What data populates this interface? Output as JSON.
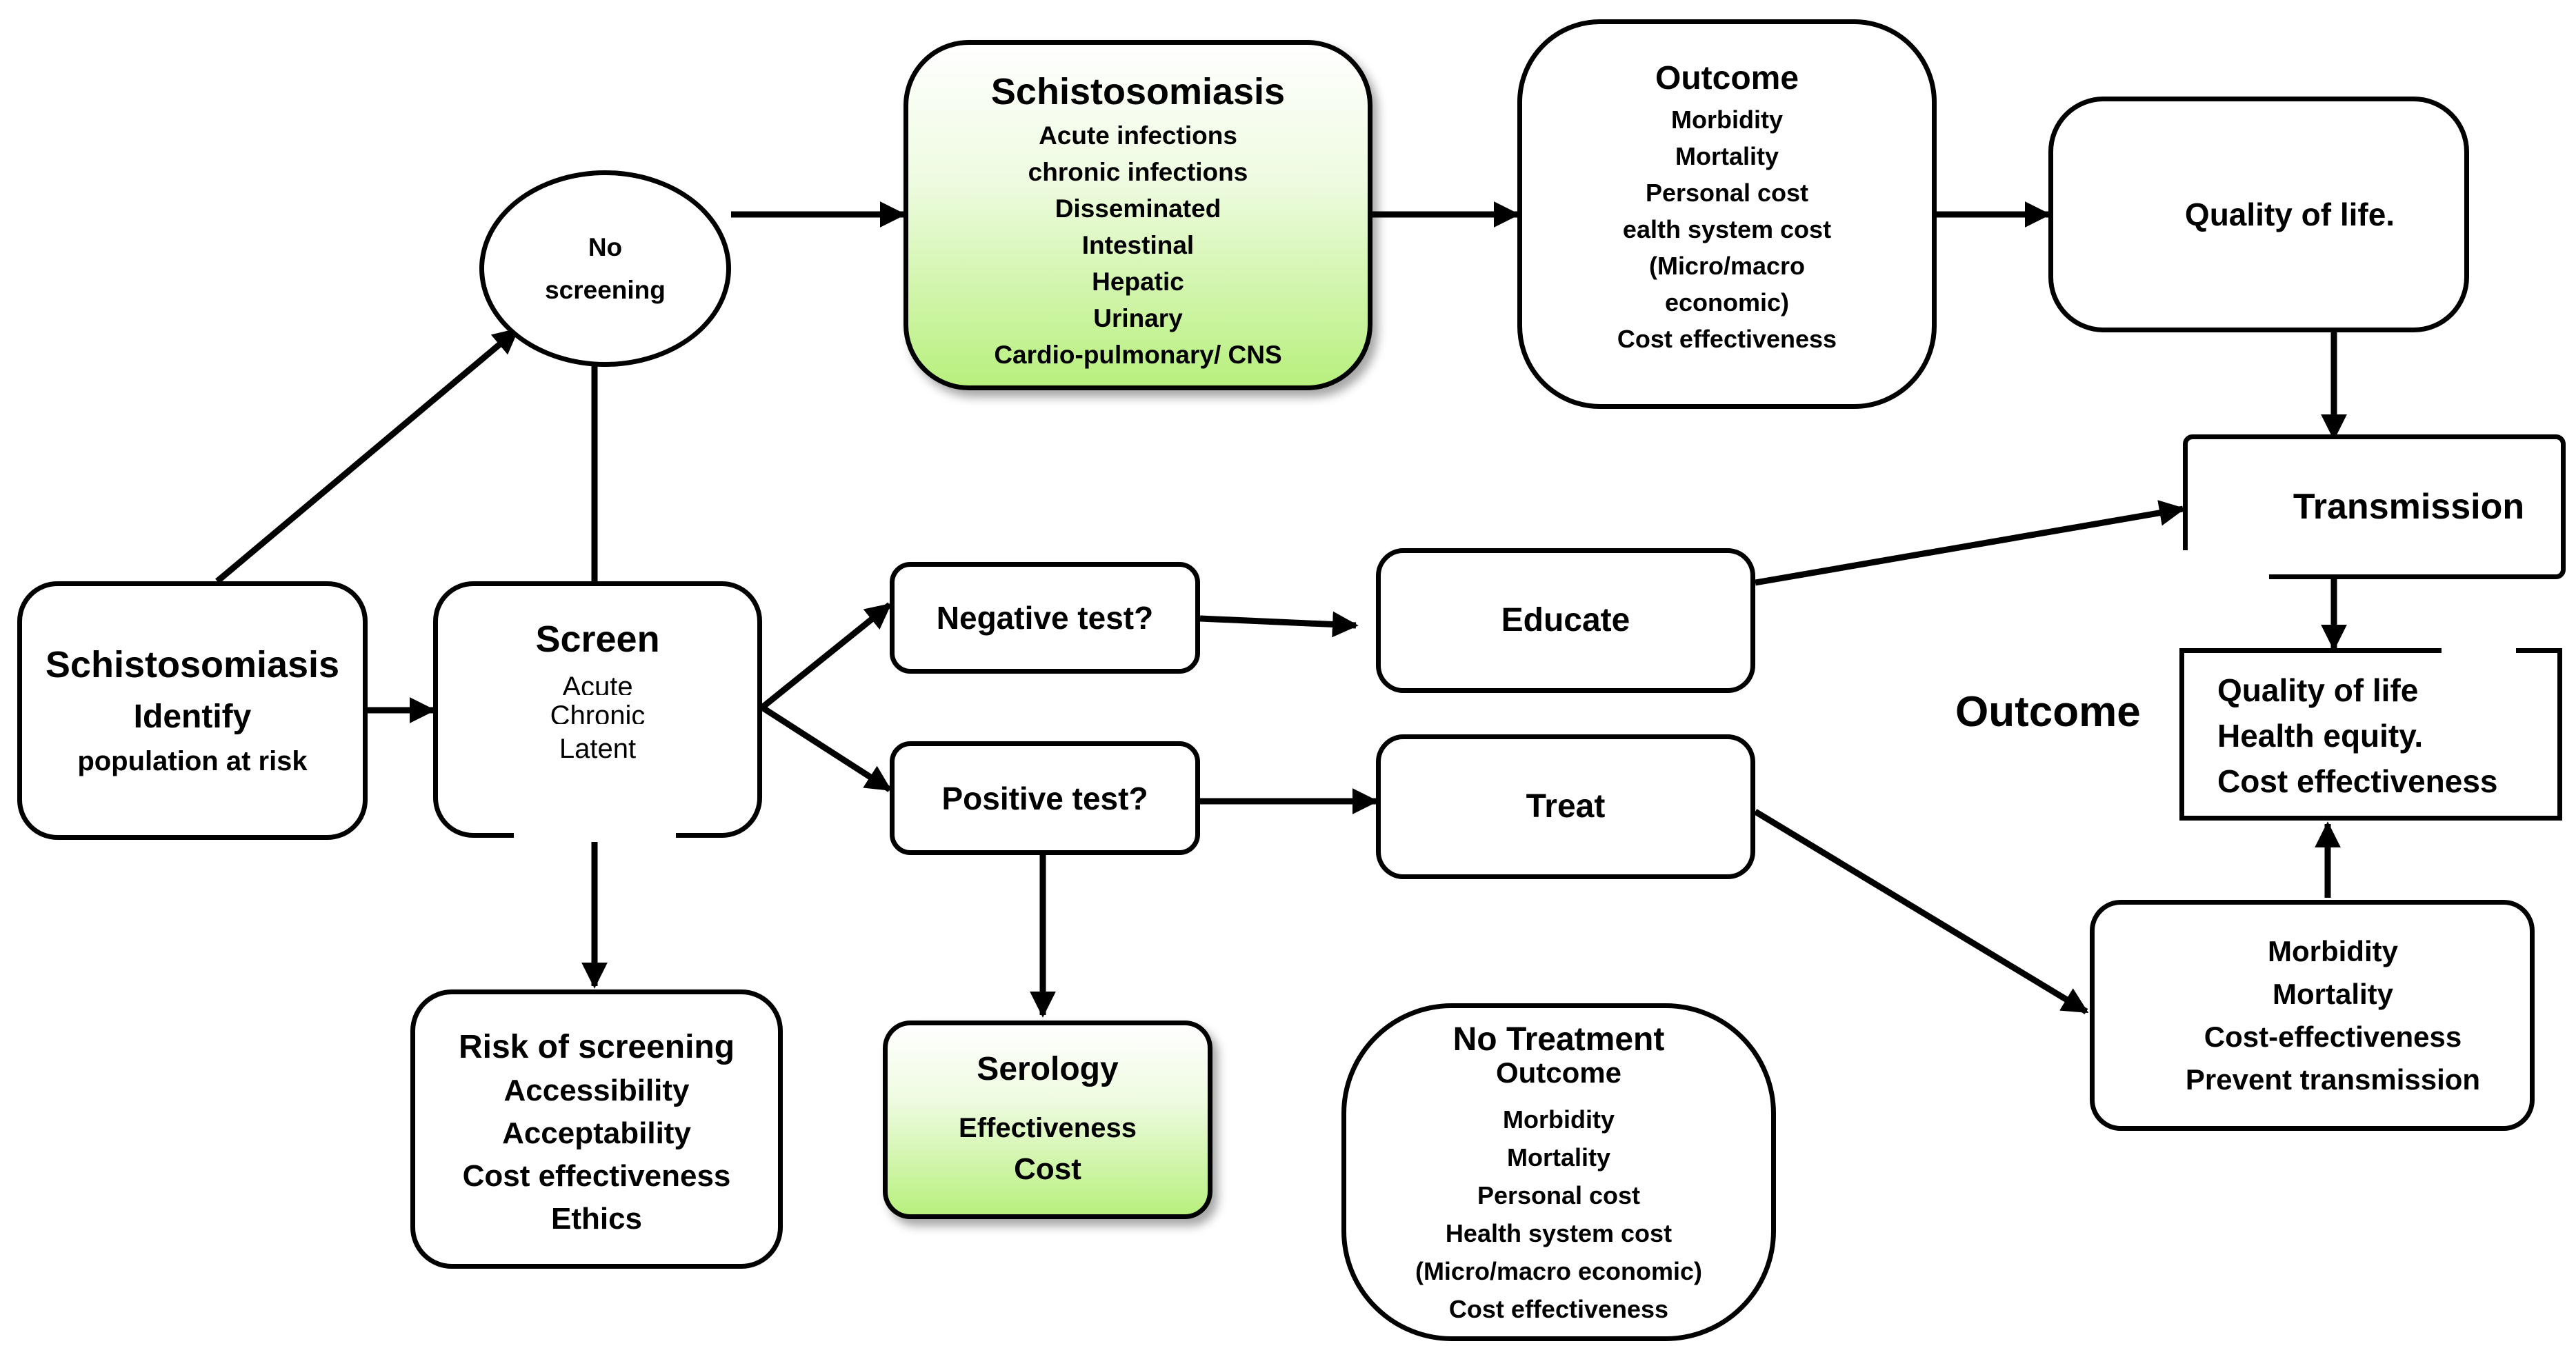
{
  "nodes": {
    "identify": {
      "title": "Schistosomiasis",
      "line2": "Identify",
      "line3": "population at risk"
    },
    "no_screening": {
      "line1": "No",
      "line2": "screening"
    },
    "screen": {
      "title": "Screen",
      "items": [
        "Acute",
        "Chronic",
        "Latent"
      ]
    },
    "schisto_types": {
      "title": "Schistosomiasis",
      "items": [
        "Acute infections",
        "chronic infections",
        "Disseminated",
        "Intestinal",
        "Hepatic",
        "Urinary",
        "Cardio-pulmonary/ CNS"
      ]
    },
    "outcome_top": {
      "title": "Outcome",
      "items": [
        "Morbidity",
        "Mortality",
        "Personal cost",
        "ealth system cost",
        "(Micro/macro",
        "economic)",
        "Cost effectiveness"
      ]
    },
    "quality_of_life_top": {
      "label": "Quality of life."
    },
    "negative_test": {
      "label": "Negative test?"
    },
    "positive_test": {
      "label": "Positive test?"
    },
    "educate": {
      "label": "Educate"
    },
    "treat": {
      "label": "Treat"
    },
    "transmission": {
      "label": "Transmission"
    },
    "outcome_right": {
      "label": "Outcome",
      "items": [
        "Quality of life",
        "Health equity.",
        "Cost effectiveness"
      ]
    },
    "risk_of_screening": {
      "title": "Risk of screening",
      "items": [
        "Accessibility",
        "Acceptability",
        "Cost effectiveness",
        "Ethics"
      ]
    },
    "serology": {
      "title": "Serology",
      "items": [
        "Effectiveness",
        "Cost"
      ]
    },
    "no_treatment": {
      "title": "No Treatment",
      "subtitle": "Outcome",
      "items": [
        "Morbidity",
        "Mortality",
        "Personal cost",
        "Health system cost",
        "(Micro/macro economic)",
        "Cost effectiveness"
      ]
    },
    "treated_outcome": {
      "items": [
        "Morbidity",
        "Mortality",
        "Cost-effectiveness",
        "Prevent transmission"
      ]
    }
  },
  "indicators": {
    "outcome_top": "up-arrow-icon",
    "quality_of_life_top": "down-arrow-icon",
    "transmission": "down-arrow-icon",
    "outcome_right": "up-arrow-icon",
    "no_treatment": "up-arrow-icon",
    "treated_outcome": "down-arrow-icon"
  },
  "colors": {
    "stroke": "#000000",
    "green_start": "#ffffff",
    "green_end": "#b8f07e"
  }
}
